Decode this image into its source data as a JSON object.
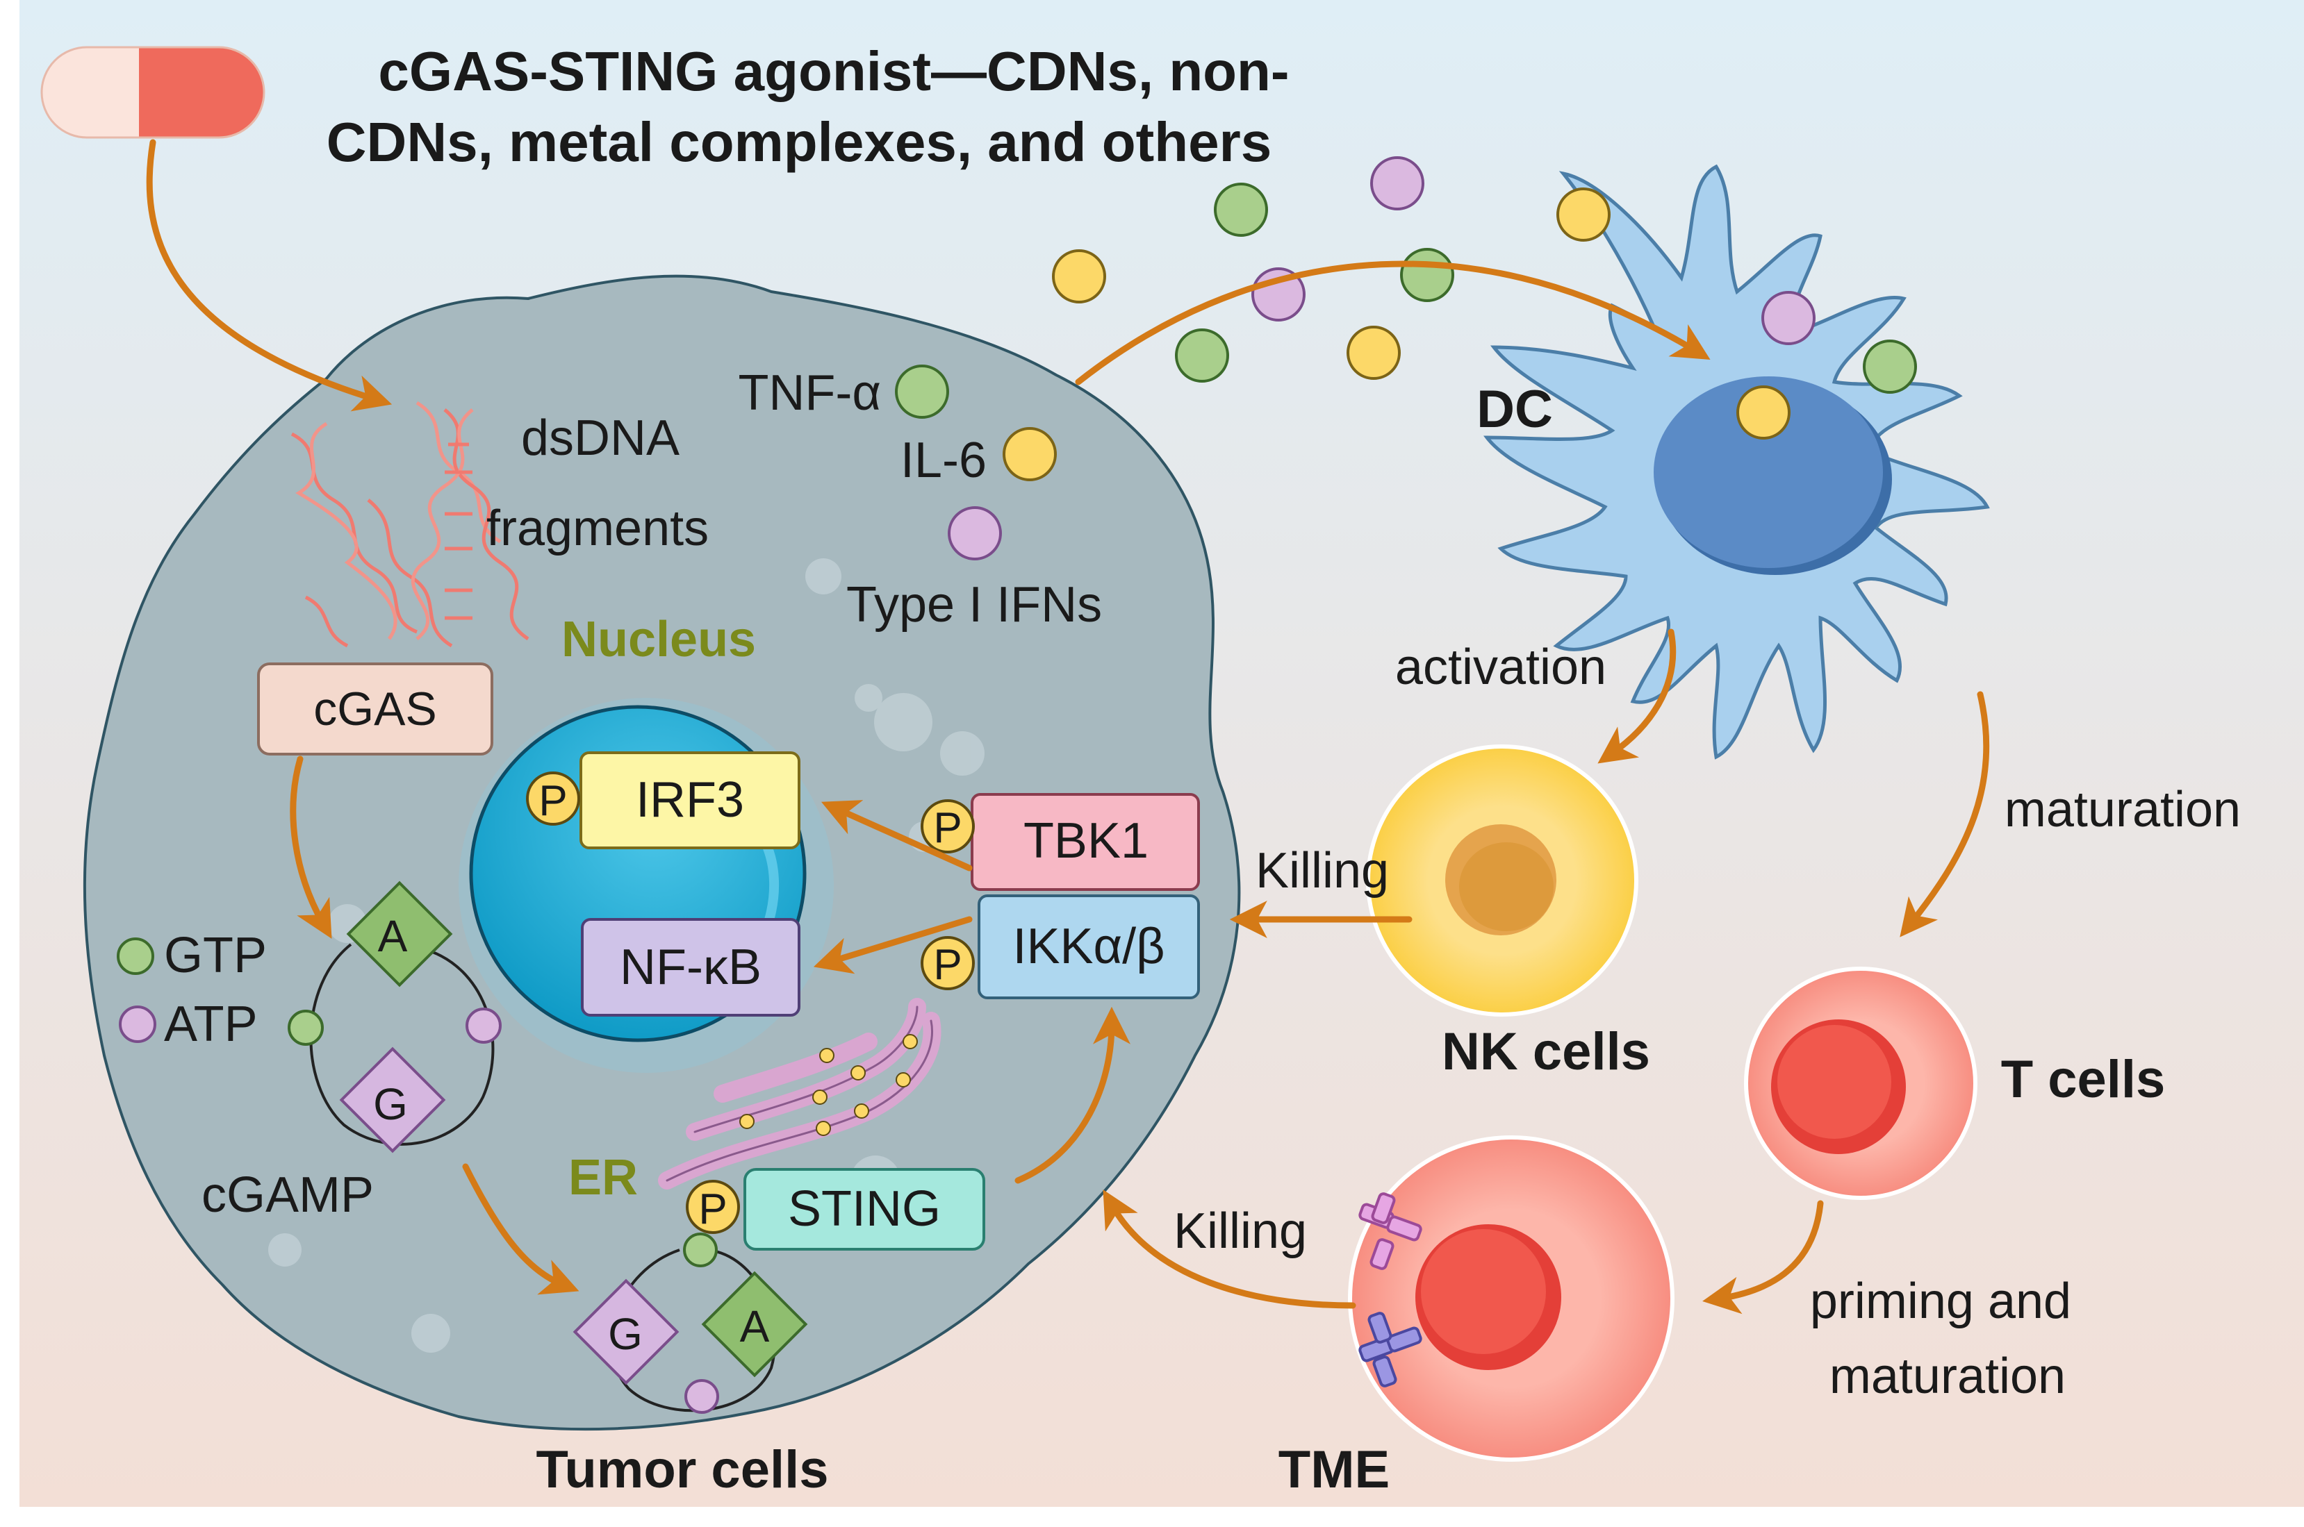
{
  "title": {
    "line1": "cGAS-STING agonist—CDNs, non-",
    "line2": "CDNs, metal complexes, and others"
  },
  "tumor_cell": {
    "label": "Tumor cells",
    "dsdna_line1": "dsDNA",
    "dsdna_line2": "fragments",
    "cgas": "cGAS",
    "gtp": "GTP",
    "atp": "ATP",
    "cgamp": "cGAMP",
    "a": "A",
    "g": "G",
    "nucleus": "Nucleus",
    "er": "ER",
    "sting": "STING",
    "tbk1": "TBK1",
    "ikk": "IKKα/β",
    "irf3": "IRF3",
    "nfkb": "NF-κB",
    "p": "P",
    "tnf": "TNF-α",
    "il6": "IL-6",
    "ifn": "Type I IFNs"
  },
  "immune": {
    "dc": "DC",
    "activation": "activation",
    "maturation": "maturation",
    "nk": "NK cells",
    "t": "T cells",
    "killing": "Killing",
    "priming_line1": "priming and",
    "priming_line2": "maturation",
    "tme": "TME"
  },
  "colors": {
    "arrow": "#d47a17",
    "tnf": "#a9cf8c",
    "il6": "#fcd868",
    "ifn": "#d8b7dc",
    "nucleus": "#11a7d1",
    "dc": "#a9d0ee",
    "nk": "#fdd65c",
    "tcell": "#f99a8f"
  }
}
